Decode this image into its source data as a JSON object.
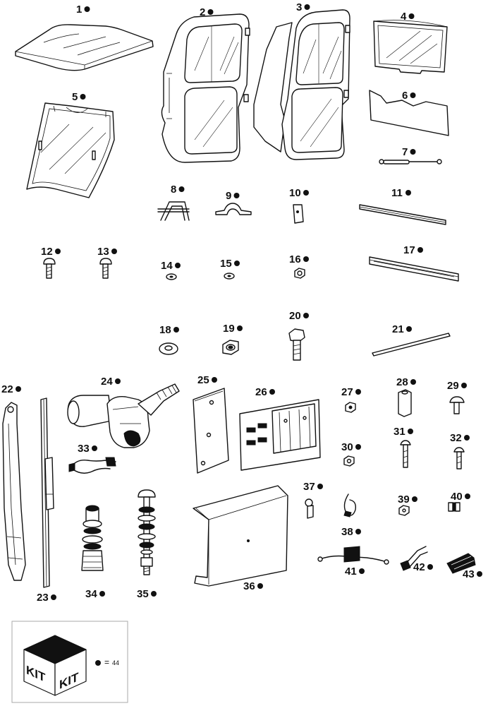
{
  "parts": [
    {
      "ref": "1",
      "name": "roof"
    },
    {
      "ref": "2",
      "name": "left-door"
    },
    {
      "ref": "3",
      "name": "right-door"
    },
    {
      "ref": "4",
      "name": "rear-window"
    },
    {
      "ref": "5",
      "name": "windscreen"
    },
    {
      "ref": "6",
      "name": "panel"
    },
    {
      "ref": "7",
      "name": "gas-strut"
    },
    {
      "ref": "8",
      "name": "u-bolt"
    },
    {
      "ref": "9",
      "name": "clamp"
    },
    {
      "ref": "10",
      "name": "plate"
    },
    {
      "ref": "11",
      "name": "strip"
    },
    {
      "ref": "12",
      "name": "screw"
    },
    {
      "ref": "13",
      "name": "screw"
    },
    {
      "ref": "14",
      "name": "washer"
    },
    {
      "ref": "15",
      "name": "washer"
    },
    {
      "ref": "16",
      "name": "nut"
    },
    {
      "ref": "17",
      "name": "rail"
    },
    {
      "ref": "18",
      "name": "washer"
    },
    {
      "ref": "19",
      "name": "lock-nut"
    },
    {
      "ref": "20",
      "name": "bolt"
    },
    {
      "ref": "21",
      "name": "rod"
    },
    {
      "ref": "22",
      "name": "wiper-arm"
    },
    {
      "ref": "23",
      "name": "wiper-blade"
    },
    {
      "ref": "24",
      "name": "wiper-motor"
    },
    {
      "ref": "25",
      "name": "plate"
    },
    {
      "ref": "26",
      "name": "fuse-box"
    },
    {
      "ref": "27",
      "name": "nut"
    },
    {
      "ref": "28",
      "name": "spacer"
    },
    {
      "ref": "29",
      "name": "screw"
    },
    {
      "ref": "30",
      "name": "nut"
    },
    {
      "ref": "31",
      "name": "screw"
    },
    {
      "ref": "32",
      "name": "screw"
    },
    {
      "ref": "33",
      "name": "cable"
    },
    {
      "ref": "34",
      "name": "spindle-kit"
    },
    {
      "ref": "35",
      "name": "bolt-kit"
    },
    {
      "ref": "36",
      "name": "cover"
    },
    {
      "ref": "37",
      "name": "terminal"
    },
    {
      "ref": "38",
      "name": "cable-tie"
    },
    {
      "ref": "39",
      "name": "nut"
    },
    {
      "ref": "40",
      "name": "fuse"
    },
    {
      "ref": "41",
      "name": "harness"
    },
    {
      "ref": "42",
      "name": "connector"
    },
    {
      "ref": "43",
      "name": "sleeve"
    }
  ],
  "kit": {
    "label_left": "KIT",
    "label_right": "KIT",
    "legend_sign": "=",
    "legend_ref": "44"
  }
}
